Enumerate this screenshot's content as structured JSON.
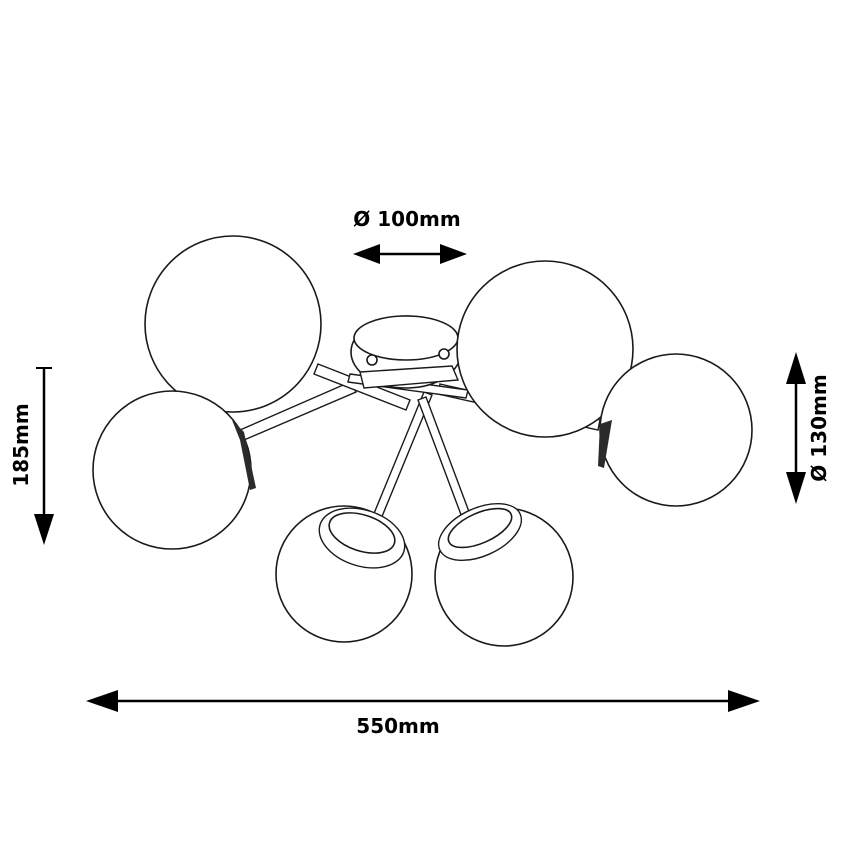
{
  "dimensions": {
    "base_diameter": "Ø 100mm",
    "globe_diameter": "Ø 130mm",
    "height": "185mm",
    "width": "550mm"
  },
  "colors": {
    "line": "#1a1a1a",
    "background": "#ffffff",
    "arrow": "#000000"
  }
}
